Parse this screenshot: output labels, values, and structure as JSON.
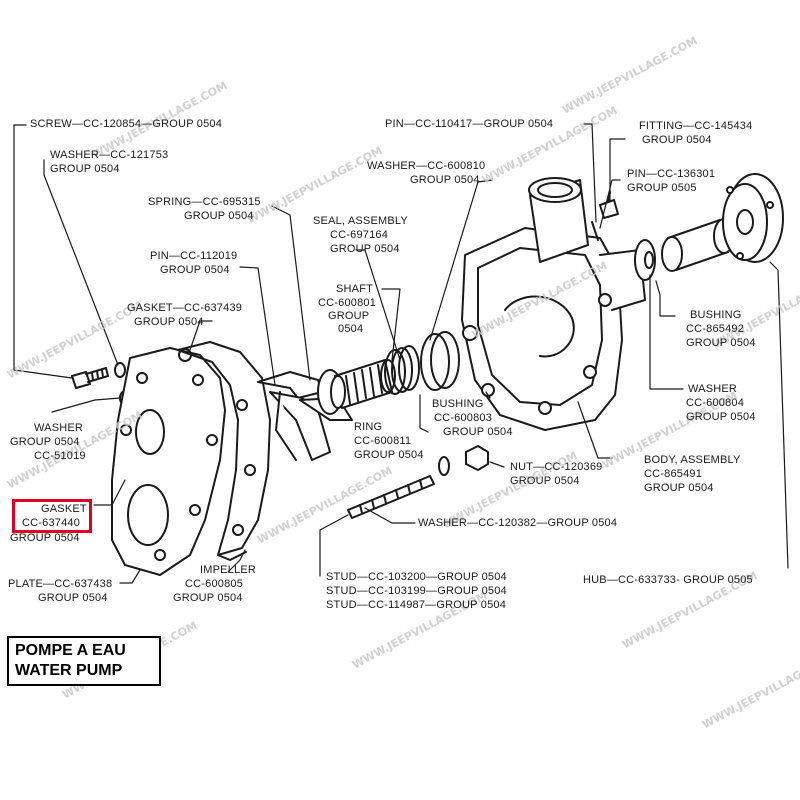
{
  "title": {
    "fr": "POMPE A EAU",
    "en": "WATER PUMP"
  },
  "highlight_color": "#e0002a",
  "watermark": "WWW.JEEPVILLAGE.COM",
  "parts": {
    "screw": "SCREW—CC-120854—GROUP 0504",
    "washer_121753_a": "WASHER—CC-121753",
    "washer_121753_b": "GROUP 0504",
    "spring_a": "SPRING—CC-695315",
    "spring_b": "GROUP 0504",
    "pin_112019_a": "PIN—CC-112019",
    "pin_112019_b": "GROUP 0504",
    "gasket_637439_a": "GASKET—CC-637439",
    "gasket_637439_b": "GROUP 0504",
    "seal_a": "SEAL, ASSEMBLY",
    "seal_b": "CC-697164",
    "seal_c": "GROUP 0504",
    "shaft_a": "SHAFT",
    "shaft_b": "CC-600801",
    "shaft_c": "GROUP",
    "shaft_d": "0504",
    "washer_600810_a": "WASHER—CC-600810",
    "washer_600810_b": "GROUP 0504",
    "pin_110417": "PIN—CC-110417—GROUP 0504",
    "fitting_a": "FITTING—CC-145434",
    "fitting_b": "GROUP 0504",
    "pin_136301_a": "PIN—CC-136301",
    "pin_136301_b": "GROUP 0505",
    "bushing_865492_a": "BUSHING",
    "bushing_865492_b": "CC-865492",
    "bushing_865492_c": "GROUP 0504",
    "washer_600804_a": "WASHER",
    "washer_600804_b": "CC-600804",
    "washer_600804_c": "GROUP 0504",
    "body_a": "BODY, ASSEMBLY",
    "body_b": "CC-865491",
    "body_c": "GROUP 0504",
    "bushing_600803_a": "BUSHING",
    "bushing_600803_b": "CC-600803",
    "bushing_600803_c": "GROUP 0504",
    "ring_a": "RING",
    "ring_b": "CC-600811",
    "ring_c": "GROUP 0504",
    "nut_a": "NUT—CC-120369",
    "nut_b": "GROUP 0504",
    "washer_120382": "WASHER—CC-120382—GROUP 0504",
    "washer_51019_a": "WASHER",
    "washer_51019_b": "GROUP 0504",
    "washer_51019_c": "CC-51019",
    "gasket_637440_a": "GASKET",
    "gasket_637440_b": "CC-637440",
    "gasket_637440_c": "GROUP 0504",
    "plate_a": "PLATE—CC-637438",
    "plate_b": "GROUP 0504",
    "impeller_a": "IMPELLER",
    "impeller_b": "CC-600805",
    "impeller_c": "GROUP 0504",
    "stud_1": "STUD—CC-103200—GROUP 0504",
    "stud_2": "STUD—CC-103199—GROUP 0504",
    "stud_3": "STUD—CC-114987—GROUP 0504",
    "hub": "HUB—CC-633733- GROUP 0505"
  }
}
